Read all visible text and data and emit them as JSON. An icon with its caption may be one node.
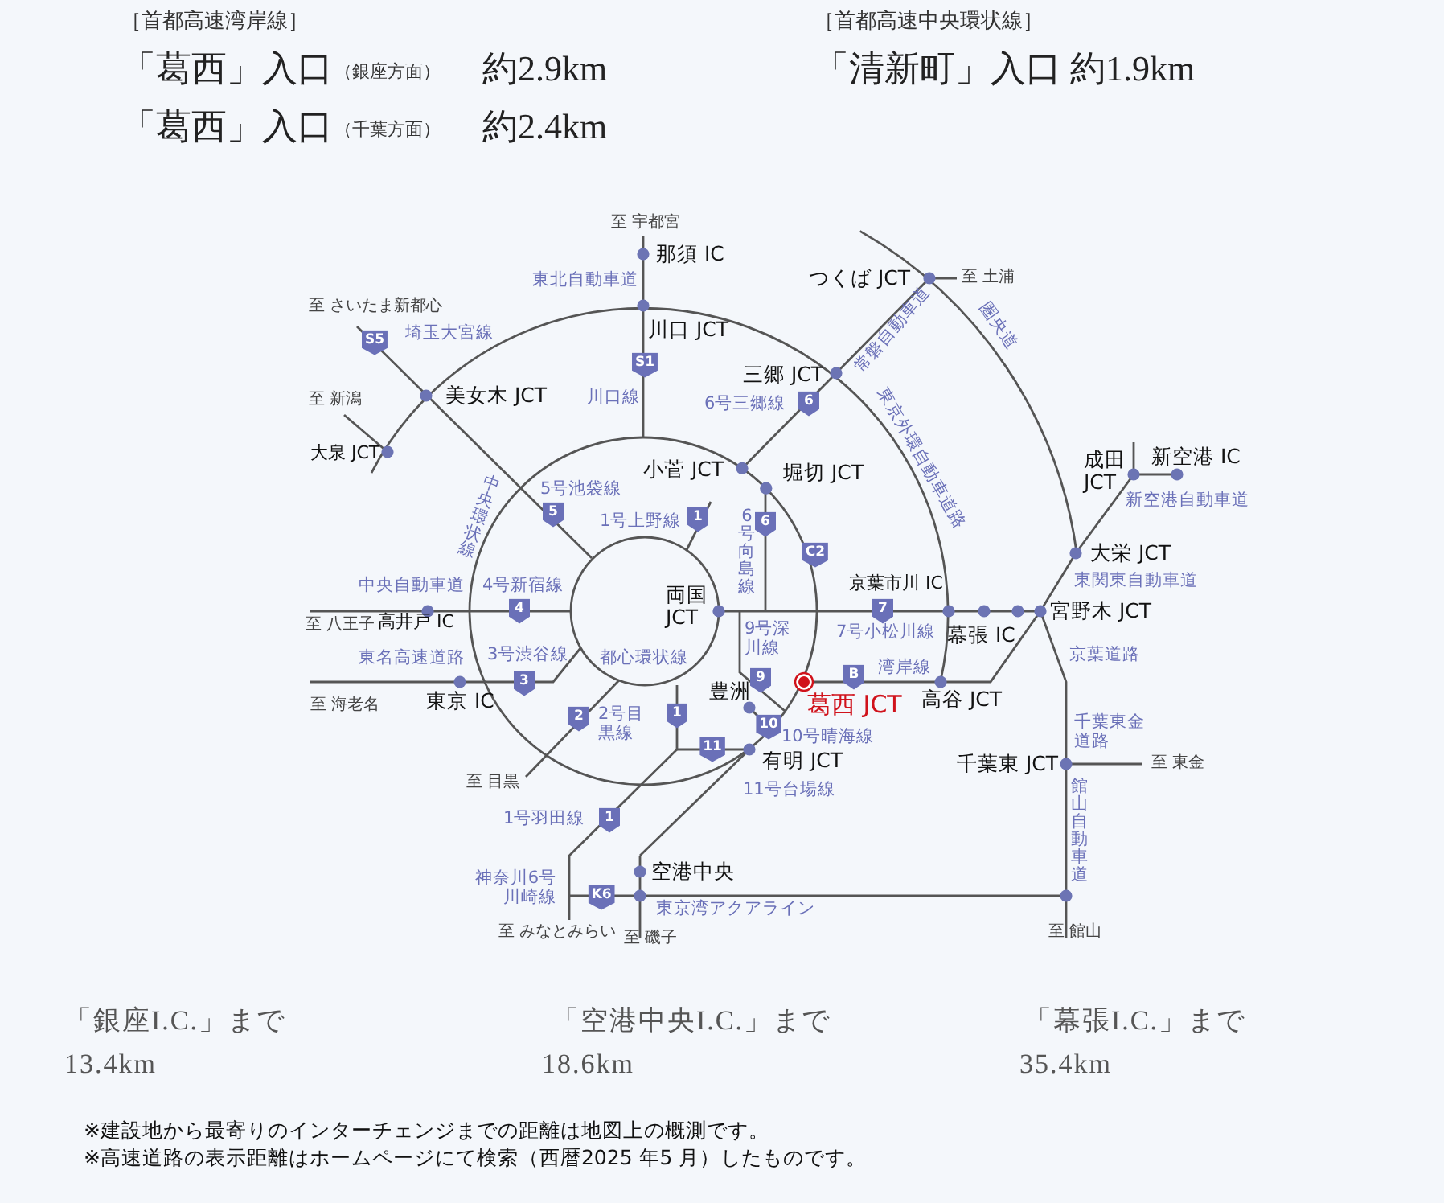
{
  "diagram": {
    "labels": [
      "［首都高速湾岸線］",
      "「葛西」入口",
      "（銀座方面）",
      "約2.9km",
      "「葛西」入口",
      "（千葉方面）",
      "約2.4km",
      "［首都高速中央環状線］",
      "「清新町」入口 約1.9km",
      "至 宇都宮",
      "那須 IC",
      "東北自動車道",
      "至 さいたま新都心",
      "S5",
      "埼玉大宮線",
      "川口 JCT",
      "S1",
      "至 新潟",
      "美女木 JCT",
      "川口線",
      "大泉 JCT",
      "三郷 JCT",
      "6号三郷線",
      "6",
      "常磐自動車道",
      "東京外環自動車道路",
      "つくば JCT",
      "至 土浦",
      "圏央道",
      "小菅 JCT",
      "堀切 JCT",
      "5号池袋線",
      "5",
      "1号上野線",
      "1",
      "中央環状線",
      "6号向島線",
      "6",
      "C2",
      "成田 JCT",
      "新空港 IC",
      "新空港自動車道",
      "大栄 JCT",
      "京葉市川 IC",
      "東関東自動車道",
      "7",
      "宮野木 JCT",
      "7号小松川線",
      "幕張 IC",
      "京葉道路",
      "両国 JCT",
      "中央自動車道",
      "4号新宿線",
      "4",
      "至 八王子",
      "高井戸 IC",
      "東名高速道路",
      "3号渋谷線",
      "3",
      "都心環状線",
      "至 海老名",
      "東京 IC",
      "9号深川線",
      "9",
      "湾岸線",
      "B",
      "葛西 JCT",
      "高谷 JCT",
      "豊洲",
      "10",
      "10号晴海線",
      "有明 JCT",
      "11号台場線",
      "2",
      "2号目黒線",
      "1",
      "11",
      "千葉東 JCT",
      "千葉東金道路",
      "至 東金",
      "館山自動車道",
      "至 目黒",
      "1号羽田線",
      "1",
      "空港中央",
      "神奈川6号川崎線",
      "K6",
      "東京湾アクアライン",
      "至 みなとみらい",
      "至 磯子",
      "至 館山",
      "「銀座I.C.」まで",
      "13.4km",
      "「空港中央I.C.」まで",
      "18.6km",
      "「幕張I.C.」まで",
      "35.4km",
      "※建設地から最寄りのインターチェンジまでの距離は地図上の概測です。",
      "※高速道路の表示距離はホームページにて検索（西暦2025 年5 月）したものです。"
    ]
  }
}
